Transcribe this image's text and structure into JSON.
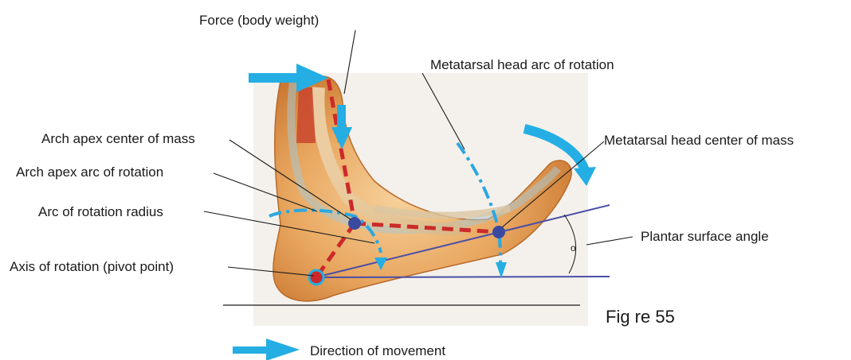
{
  "labels": {
    "force": "Force (body weight)",
    "metatarsal_arc": "Metatarsal head arc of rotation",
    "arch_apex_com": "Arch apex center of mass",
    "metatarsal_com": "Metatarsal head center of mass",
    "arch_apex_arc": "Arch apex arc of rotation",
    "arc_radius": "Arc of rotation radius",
    "plantar_angle": "Plantar surface angle",
    "axis": "Axis of rotation (pivot point)",
    "angle_symbol": "o"
  },
  "caption": "Fig re 55",
  "legend": {
    "label": "Direction of movement"
  },
  "colors": {
    "force_line": "#cc2a2a",
    "arc_line": "#2aa8e0",
    "arrow": "#24aee4",
    "pivot_node": "#3a4aa0",
    "plantar_line": "#4a4ea6",
    "foot_skin": "#e0a05a"
  }
}
